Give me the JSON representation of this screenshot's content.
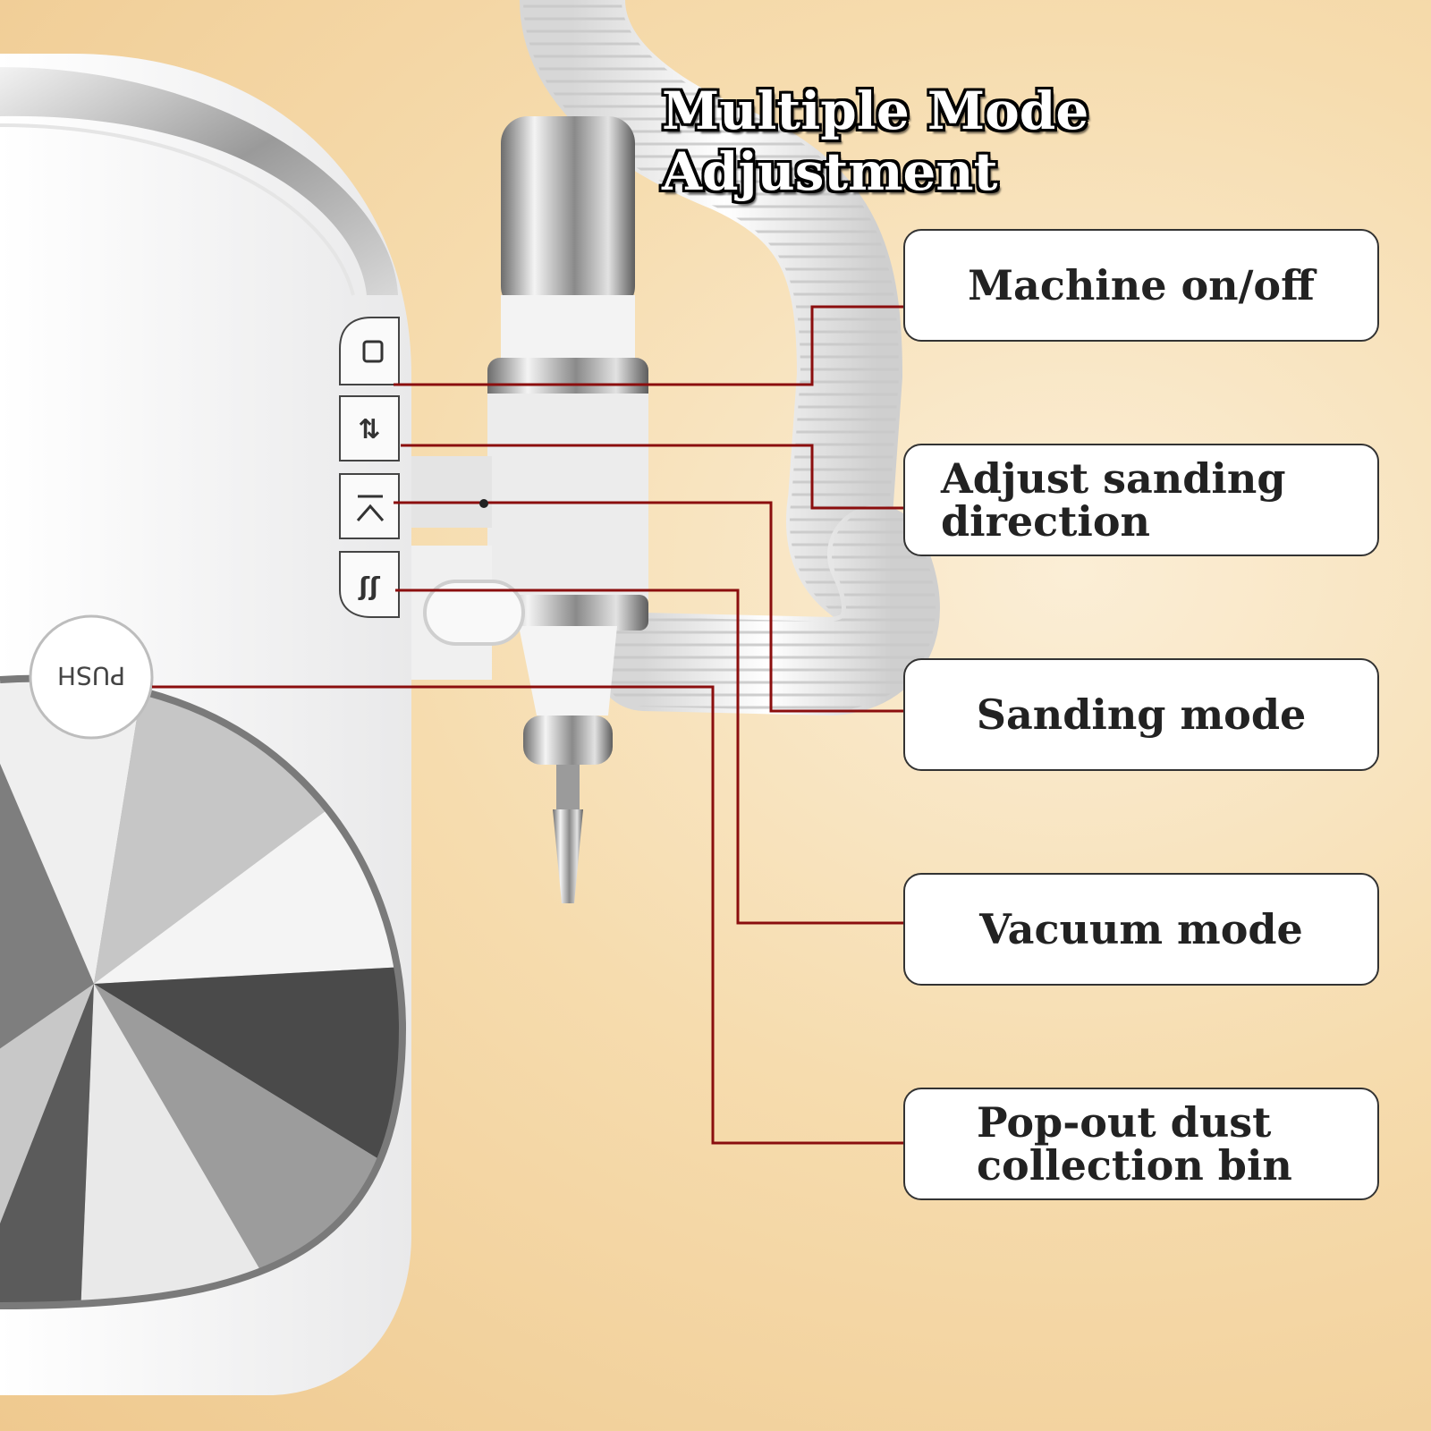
{
  "title": "Multiple Mode Adjustment",
  "callouts": {
    "power": "Machine on/off",
    "direction": "Adjust sanding direction",
    "sanding": "Sanding mode",
    "vacuum": "Vacuum mode",
    "bin": "Pop-out dust collection bin"
  },
  "device": {
    "push_label": "PUSH"
  },
  "colors": {
    "leader_line": "#8b0e0e",
    "background": "#f6dcae"
  }
}
